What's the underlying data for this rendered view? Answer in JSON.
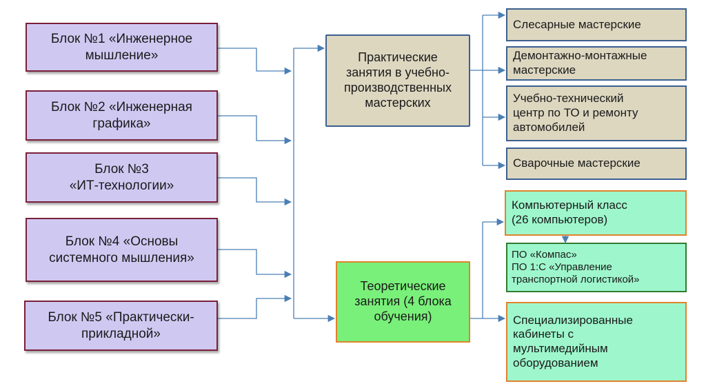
{
  "colors": {
    "block_fill": "#cfc9f2",
    "block_border": "#7a1f3a",
    "hub_fill": "#ddd7c0",
    "hub_border": "#3a5f8f",
    "theory_fill": "#79f07a",
    "green_fill": "#9ef7cc",
    "orange_border": "#e0822c",
    "connector": "#4a7fb5"
  },
  "blocks": [
    "Блок №1 «Инженерное\nмышление»",
    "Блок №2 «Инженерная\nграфика»",
    "Блок №3\n«ИТ-технологии»",
    "Блок №4 «Основы\nсистемного мышления»",
    "Блок №5 «Практически-\nприкладной»"
  ],
  "practical": "Практические\nзанятия в учебно-\nпроизводственных\nмастерских",
  "theory": "Теоретические\nзанятия (4 блока\nобучения)",
  "workshops": [
    "Слесарные мастерские",
    "Демонтажно-монтажные\nмастерские",
    "Учебно-технический\nцентр по ТО и ремонту\nавтомобилей",
    "Сварочные мастерские"
  ],
  "computer_class": "Компьютерный класс\n(26 компьютеров)",
  "software": "ПО «Компас»\nПО 1:С «Управление\nтранспортной логистикой»",
  "specialized": "Специализированные\nкабинеты с\nмультимедийным\nоборудованием"
}
